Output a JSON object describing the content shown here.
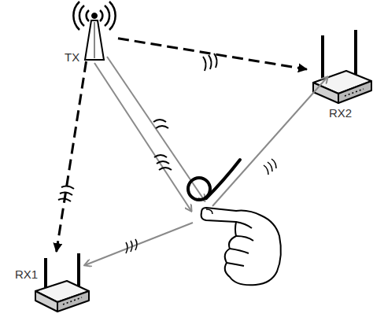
{
  "diagram": {
    "nodes": [
      {
        "text": [
          "TX"
        ]
      },
      {
        "text": [
          "RX2"
        ]
      },
      {
        "text": [
          "RX1"
        ]
      }
    ],
    "edges": [
      {
        "from": 0,
        "to": 1,
        "arrow": "to"
      },
      {
        "from": 0,
        "to": 2,
        "arrow": "to"
      }
    ]
  }
}
